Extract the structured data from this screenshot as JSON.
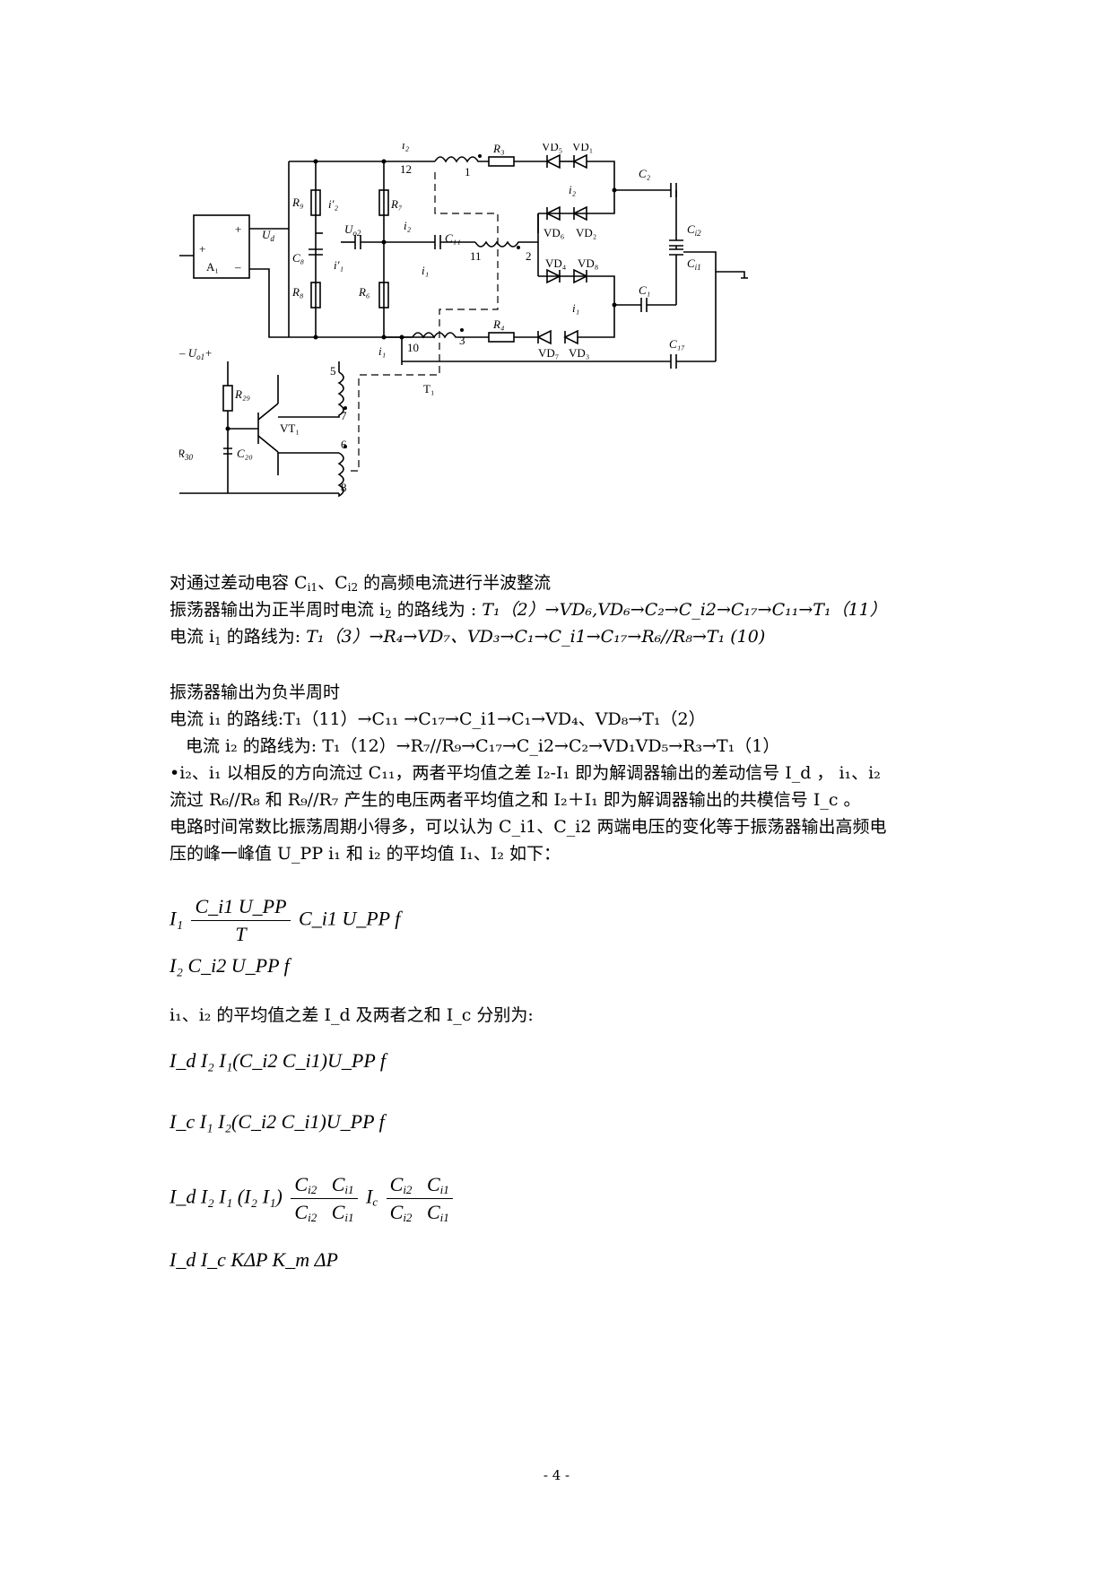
{
  "diagram": {
    "labels": {
      "i2_top": "i₂",
      "n12": "12",
      "n1": "1",
      "R3": "R₃",
      "VD5": "VD₅",
      "VD1": "VD₁",
      "C2": "C₂",
      "i2_mid": "i₂",
      "R9": "R₉",
      "i2p": "i′₂",
      "R7": "R₇",
      "Ud": "U",
      "Ud_sub": "d",
      "Uo2": "U",
      "Uo2_sub": "o2",
      "i2_c11": "i₂",
      "C11": "C₁₁",
      "VD6": "VD₆",
      "VD2": "VD₂",
      "Ci2": "C",
      "Ci2_sub": "i2",
      "C8": "C₈",
      "i1p": "i′₁",
      "A1": "A₁",
      "n11": "11",
      "n2": "2",
      "i1_c11": "i₁",
      "VD4": "VD₄",
      "VD8": "VD₈",
      "Ci1": "C",
      "Ci1_sub": "i1",
      "R8": "R₈",
      "R6": "R₆",
      "C1": "C₁",
      "i1_mid": "i₁",
      "R4": "R₄",
      "n10": "10",
      "n3": "3",
      "i1_bot": "i₁",
      "VD7": "VD₇",
      "VD3": "VD₃",
      "C17": "C₁₇",
      "Uo1": "– U",
      "Uo1_sub": "o1",
      "Uo1_plus": "+",
      "n5": "5",
      "R29": "R₂₉",
      "n7": "7",
      "T1": "T₁",
      "VT1": "VT₁",
      "n6": "6",
      "R30": "R",
      "R30_sub": "30",
      "C20": "C₂₀",
      "n8": "8",
      "plus": "+",
      "minus": "–"
    }
  },
  "text": {
    "l1": "对通过差动电容 C",
    "l1_s1": "i1",
    "l1_b": "、C",
    "l1_s2": "i2",
    "l1_c": " 的高频电流进行半波整流",
    "l2": "振荡器输出为正半周时电流 i",
    "l2_s": "2",
    "l2_b": " 的路线为 : ",
    "l2_path": "T₁（2）→VD₆,VD₆→C₂→C_i2→C₁₇→C₁₁→T₁（11）",
    "l3": "电流 i",
    "l3_s": "1",
    "l3_b": " 的路线为: ",
    "l3_path": "T₁（3）→R₄→VD₇、VD₃→C₁→C_i1→C₁₇→R₆∕∕R₈→T₁ (10)",
    "l4": "振荡器输出为负半周时",
    "l5": "电流 i₁ 的路线:T₁（11）→C₁₁ →C₁₇→C_i1→C₁→VD₄、VD₈→T₁（2）",
    "l6": "电流 i₂ 的路线为: T₁（12）→R₇∕∕R₉→C₁₇→C_i2→C₂→VD₁VD₅→R₃→T₁（1）",
    "l7": "•i₂、i₁ 以相反的方向流过 C₁₁，两者平均值之差 I₂-I₁ 即为解调器输出的差动信号 I_d ，  i₁、i₂",
    "l8": "流过 R₆∕∕R₈ 和 R₉∕∕R₇ 产生的电压两者平均值之和 I₂＋I₁ 即为解调器输出的共模信号 I_c 。",
    "l9": "电路时间常数比振荡周期小得多，可以认为 C_i1、C_i2 两端电压的变化等于振荡器输出高频电",
    "l10": "压的峰一峰值 U_PP i₁ 和 i₂   的平均值 I₁、I₂ 如下：",
    "l11": "i₁、i₂ 的平均值之差 I_d 及两者之和 I_c 分别为:"
  },
  "equations": {
    "e1a": "I₁",
    "e1num": "C_i1 U_PP",
    "e1den": "T",
    "e1b": "C_i1 U_PP f",
    "e2": "I₂ C_i2 U_PP f",
    "e3": "I_d  I₂  I₁(C_i2  C_i1)U_PP f",
    "e4": "I_c  I₁  I₂(C_i2  C_i1)U_PP f",
    "e5": "I_d  I₂  I₁ (I₂  I₁)",
    "e6": "I_d  I_c KΔP  K_m ΔP"
  },
  "page_number": "- 4 -"
}
